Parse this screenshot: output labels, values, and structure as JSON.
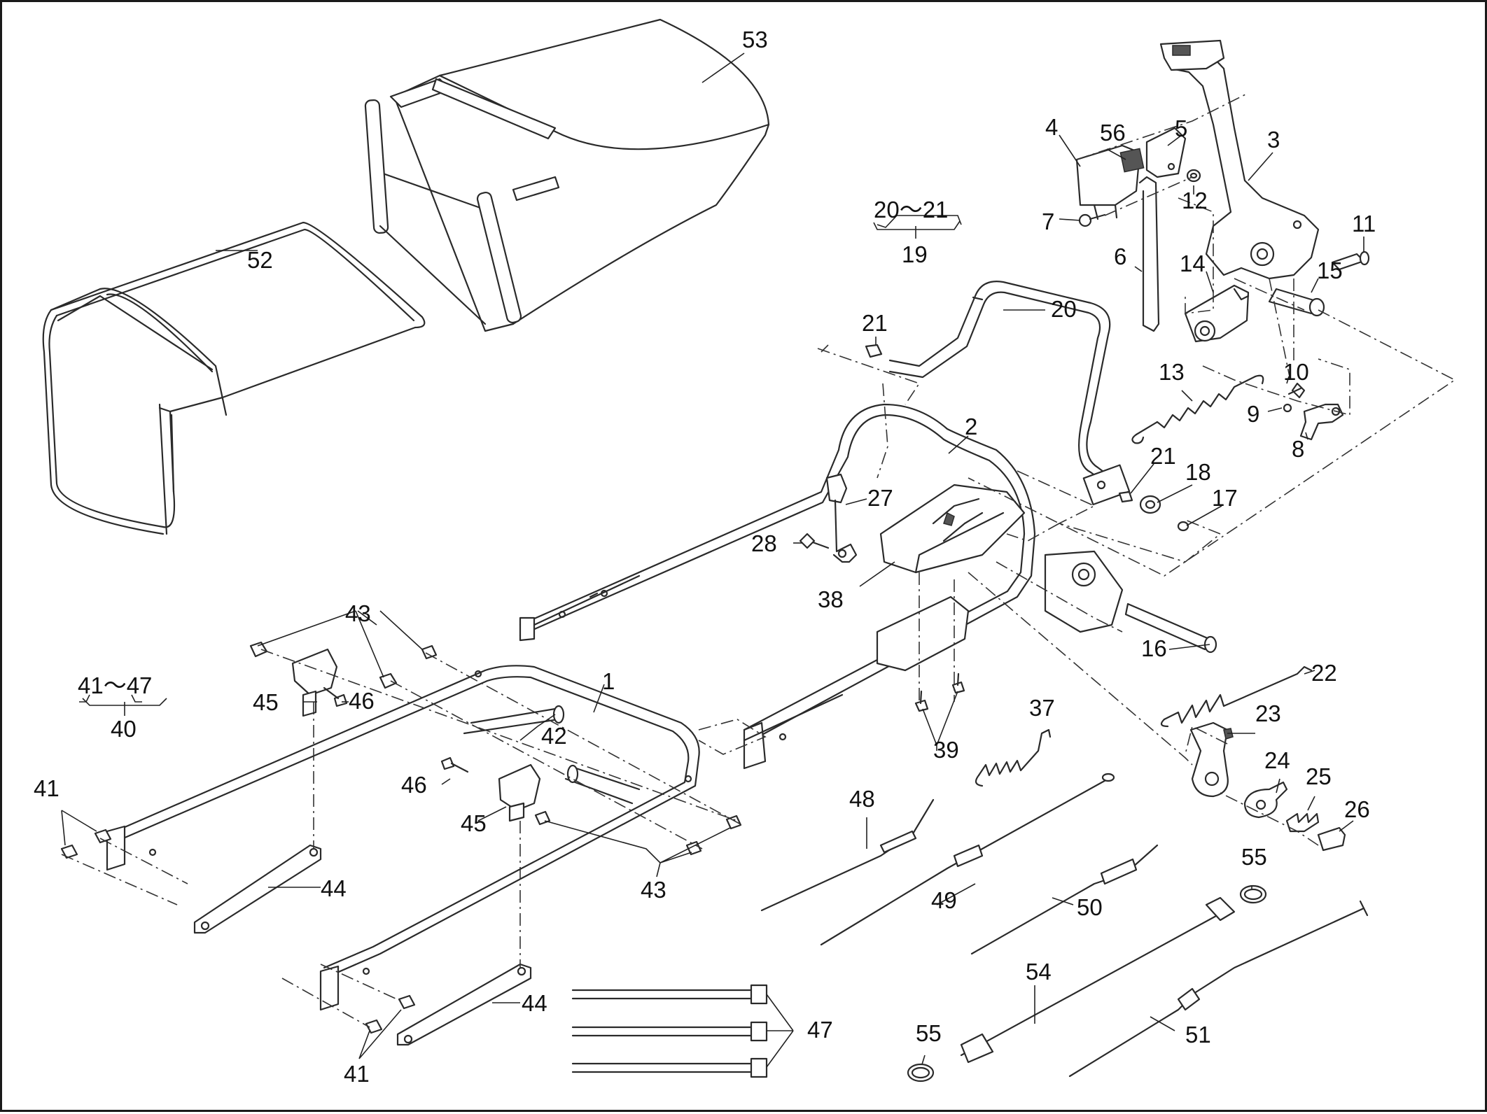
{
  "diagram": {
    "callouts": [
      "53",
      "52",
      "4",
      "56",
      "5",
      "3",
      "12",
      "7",
      "11",
      "20～21",
      "19",
      "6",
      "14",
      "15",
      "21",
      "20",
      "10",
      "13",
      "9",
      "8",
      "2",
      "21",
      "18",
      "17",
      "27",
      "28",
      "38",
      "43",
      "16",
      "22",
      "41～47",
      "40",
      "45",
      "46",
      "1",
      "42",
      "23",
      "37",
      "24",
      "25",
      "26",
      "39",
      "46",
      "48",
      "45",
      "43",
      "41",
      "44",
      "55",
      "49",
      "50",
      "54",
      "44",
      "47",
      "55",
      "51",
      "41"
    ],
    "colors": {
      "line": "#2a2a2a",
      "background": "#ffffff"
    }
  }
}
